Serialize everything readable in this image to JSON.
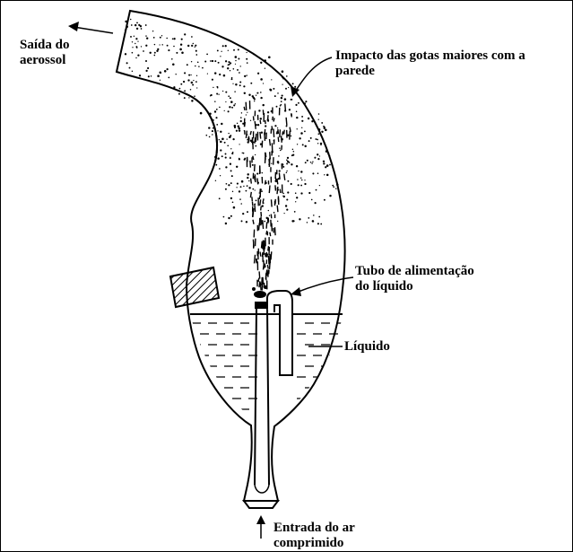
{
  "labels": {
    "aerosol_outlet": [
      "Saída do",
      "aerossol"
    ],
    "impact": [
      "Impacto das gotas maiores com a",
      "parede"
    ],
    "feed_tube": [
      "Tubo de alimentação",
      "do líquido"
    ],
    "liquid": "Líquido",
    "air_inlet": [
      "Entrada do ar",
      "comprimido"
    ]
  },
  "colors": {
    "ink": "#000000",
    "background": "#ffffff"
  }
}
